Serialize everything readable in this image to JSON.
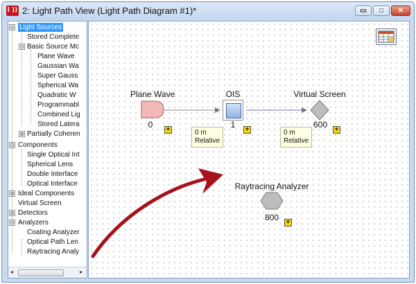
{
  "window": {
    "app_icon_text": "l ))",
    "title": "2: Light Path View (Light Path Diagram #1)*",
    "controls": {
      "minimize": "▭",
      "maximize": "□",
      "close": "✕"
    }
  },
  "tree": {
    "items": [
      {
        "label": "Light Sources",
        "expander": "⊟",
        "selected": true
      },
      {
        "label": "Stored Complete"
      },
      {
        "label": "Basic Source Mc",
        "expander": "⊟"
      },
      {
        "label": "Plane Wave"
      },
      {
        "label": "Gaussian Wa"
      },
      {
        "label": "Super Gauss"
      },
      {
        "label": "Spherical Wa"
      },
      {
        "label": "Quadratic W"
      },
      {
        "label": "Programmabl"
      },
      {
        "label": "Combined Lig"
      },
      {
        "label": "Stored Latera"
      },
      {
        "label": "Partially Coheren",
        "expander": "⊞"
      },
      {
        "label": "Components",
        "expander": "⊟"
      },
      {
        "label": "Single Optical Int"
      },
      {
        "label": "Spherical Lens"
      },
      {
        "label": "Double Interface"
      },
      {
        "label": "Optical Interface"
      },
      {
        "label": "Ideal Components",
        "expander": "⊞"
      },
      {
        "label": "Virtual Screen"
      },
      {
        "label": "Detectors",
        "expander": "⊞"
      },
      {
        "label": "Analyzers",
        "expander": "⊟"
      },
      {
        "label": "Coating Analyzer"
      },
      {
        "label": "Optical Path Len"
      },
      {
        "label": "Raytracing Analy"
      }
    ],
    "scroll_left": "◂",
    "scroll_right": "▸"
  },
  "diagram": {
    "nodes": {
      "plane_wave": {
        "label": "Plane Wave",
        "index": "0",
        "add": "+"
      },
      "ois": {
        "label": "OIS",
        "index": "1",
        "add": "+"
      },
      "virtual_screen": {
        "label": "Virtual Screen",
        "index": "600",
        "add": "+"
      },
      "raytracing_analyzer": {
        "label": "Raytracing Analyzer",
        "index": "800",
        "add": "+"
      }
    },
    "links": [
      {
        "distance": "0 m",
        "mode": "Relative"
      },
      {
        "distance": "0 m",
        "mode": "Relative"
      }
    ]
  },
  "colors": {
    "arrow": "#a5131c",
    "source_fill": "#f4b8b8",
    "ois_fill": "#a9c5f0",
    "detector_fill": "#bdbdbd",
    "badge": "#f6d40a",
    "selection": "#3399ff"
  }
}
